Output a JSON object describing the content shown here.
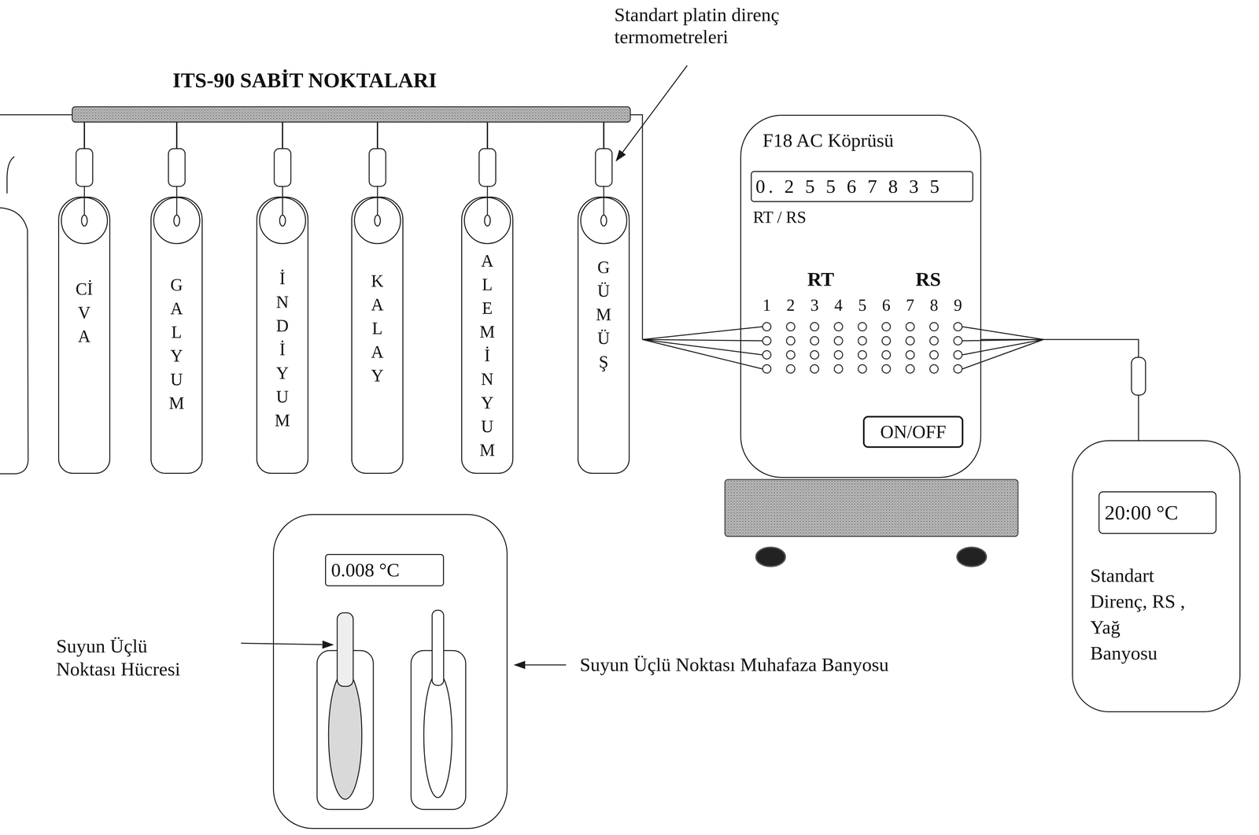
{
  "diagram": {
    "title": "ITS-90 SABİT NOKTALARI",
    "nodes": [
      {
        "text": [
          "CİVA"
        ]
      },
      {
        "text": [
          "GALYUM"
        ]
      },
      {
        "text": [
          "İNDİYUM"
        ]
      },
      {
        "text": [
          "KALAY"
        ]
      },
      {
        "text": [
          "ALEMİNYUM"
        ]
      },
      {
        "text": [
          "GÜMÜŞ"
        ]
      },
      {
        "text": [
          "F18 AC Köprüsü",
          "RT / RS",
          "RT",
          "RS",
          "1",
          "2",
          "3",
          "4",
          "5",
          "6",
          "7",
          "8",
          "9"
        ]
      },
      {
        "text": [
          "0. 2 5 5 6 7 8 3 5"
        ],
        "in": 6
      },
      {
        "text": [
          "ON/OFF"
        ],
        "in": 6
      },
      {
        "text": [
          "Standart Direnç, RS , Yağ Banyosu"
        ]
      },
      {
        "text": [
          "20:00 °C"
        ],
        "in": 9
      },
      {
        "text": [
          "Suyun Üçlü Noktası Muhafaza Banyosu"
        ]
      },
      {
        "text": [
          "0.008 °C"
        ],
        "in": 11
      }
    ],
    "edges": [
      {
        "from": 6,
        "to": 9,
        "arrow": "none"
      }
    ],
    "labels": [
      "Standart platin direnç termometreleri",
      "Suyun Üçlü Noktası Hücresi"
    ]
  }
}
